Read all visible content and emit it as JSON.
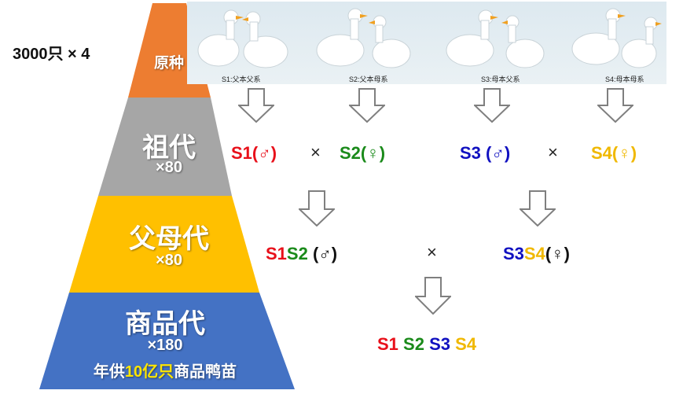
{
  "colors": {
    "s1": "#e8101a",
    "s2": "#1a8a1a",
    "s3": "#1010c0",
    "s4": "#f0b800",
    "tier_original": "#ed7d31",
    "tier_grand": "#a6a6a6",
    "tier_parent": "#ffc000",
    "tier_commercial": "#4472c4"
  },
  "stock_note": "3000只 × 4",
  "pyramid": {
    "original": {
      "title": "原种"
    },
    "grandparent": {
      "title": "祖代",
      "mult": "×80"
    },
    "parent": {
      "title": "父母代",
      "mult": "×80"
    },
    "commercial": {
      "title": "商品代",
      "mult": "×180",
      "supply_pre": "年供",
      "supply_hl": "10亿只",
      "supply_post": "商品鸭苗"
    }
  },
  "photo_labels": [
    "S1:父本父系",
    "S2:父本母系",
    "S3:母本父系",
    "S4:母本母系"
  ],
  "grandparent_row": {
    "s1": "S1(♂)",
    "s2": "S2(♀)",
    "s3": "S3 (♂)",
    "s4": "S4(♀)",
    "cross": "×"
  },
  "parent_row": {
    "male_a": "S1",
    "male_b": "S2",
    "male_sym": " (♂)",
    "female_a": "S3",
    "female_b": "S4",
    "female_sym": "(♀)",
    "cross": "×"
  },
  "commercial_row": {
    "s1": "S1",
    "s2": "S2",
    "s3": "S3",
    "s4": "S4"
  }
}
